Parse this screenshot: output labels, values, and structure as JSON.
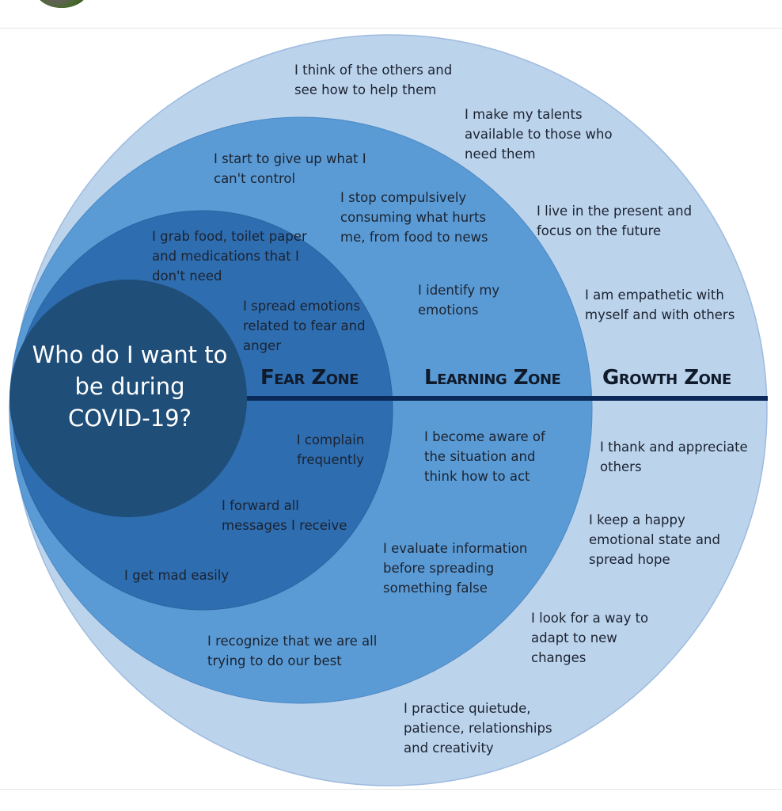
{
  "center_question": "Who do I want to be during COVID-19?",
  "zones": {
    "fear": "Fear Zone",
    "learning": "Learning Zone",
    "growth": "Growth Zone"
  },
  "colors": {
    "growth_fill": "#bcd3ec",
    "learning_fill": "#5b9bd5",
    "fear_fill": "#2e6db0",
    "center_fill": "#1f4e79",
    "divider": "#0b2a5a"
  },
  "fear_items": [
    "I grab food, toilet paper and medications that I don't need",
    "I spread emotions related to fear and anger",
    "I complain frequently",
    "I forward all messages I receive",
    "I get mad easily"
  ],
  "learning_items": [
    "I start to give up what I can't control",
    "I stop compulsively consuming what hurts me, from food to news",
    "I identify my emotions",
    "I become aware of the situation and think how to act",
    "I evaluate information before spreading something false",
    "I recognize that we are all trying to do our best"
  ],
  "growth_items": [
    "I think of the others and see how to help them",
    "I make my talents available to those who need them",
    "I live in the present and focus on the future",
    "I am empathetic with myself and with others",
    "I thank and appreciate others",
    "I keep a happy emotional state and spread hope",
    "I look for a way to adapt to new changes",
    "I practice quietude, patience, relationships and creativity"
  ]
}
